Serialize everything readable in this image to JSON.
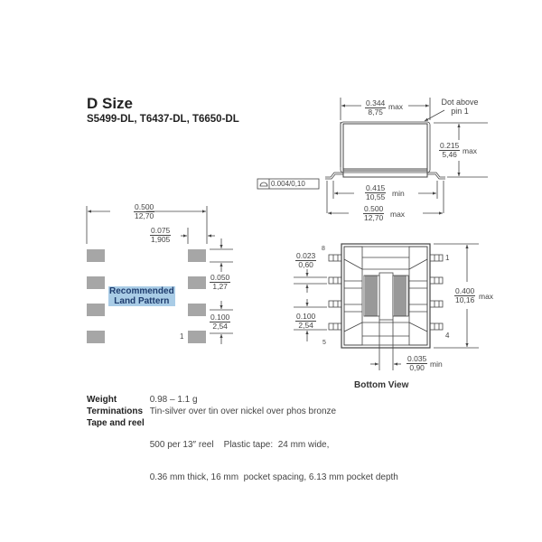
{
  "header": {
    "title": "D Size",
    "subtitle": "S5499-DL, T6437-DL, T6650-DL"
  },
  "side_view": {
    "top_width": {
      "in": "0.344",
      "mm": "8,75",
      "suffix": "max"
    },
    "height": {
      "in": "0.215",
      "mm": "5,46",
      "suffix": "max"
    },
    "inner_width": {
      "in": "0.415",
      "mm": "10,55",
      "suffix": "min"
    },
    "overall_width": {
      "in": "0.500",
      "mm": "12,70",
      "suffix": "max"
    },
    "coplanarity": "0.004/0,10",
    "note": "Dot above pin 1"
  },
  "land_pattern": {
    "label_line1": "Recommended",
    "label_line2": "Land Pattern",
    "overall_width": {
      "in": "0.500",
      "mm": "12,70"
    },
    "pad_length": {
      "in": "0.075",
      "mm": "1,905"
    },
    "pad_width": {
      "in": "0.050",
      "mm": "1,27"
    },
    "pitch": {
      "in": "0.100",
      "mm": "2,54"
    },
    "pin1_label": "1"
  },
  "bottom_view": {
    "caption": "Bottom View",
    "lead_width": {
      "in": "0.023",
      "mm": "0,60"
    },
    "pitch": {
      "in": "0.100",
      "mm": "2,54"
    },
    "body_length": {
      "in": "0.400",
      "mm": "10,16",
      "suffix": "max"
    },
    "gap": {
      "in": "0.035",
      "mm": "0,90",
      "suffix": "min"
    },
    "pins": {
      "p1": "1",
      "p4": "4",
      "p5": "5",
      "p8": "8"
    }
  },
  "specs": [
    {
      "label": "Weight",
      "value": "0.98 – 1.1 g"
    },
    {
      "label": "Terminations",
      "value": "Tin-silver over tin over nickel over phos bronze"
    },
    {
      "label": "Tape and reel",
      "value": "500 per 13″ reel    Plastic tape:  24 mm wide,",
      "value2": "0.36 mm thick, 16 mm  pocket spacing, 6.13 mm pocket depth"
    }
  ],
  "colors": {
    "pad": "#a6a6a6",
    "highlight": "#a9cce6",
    "line": "#444444"
  }
}
